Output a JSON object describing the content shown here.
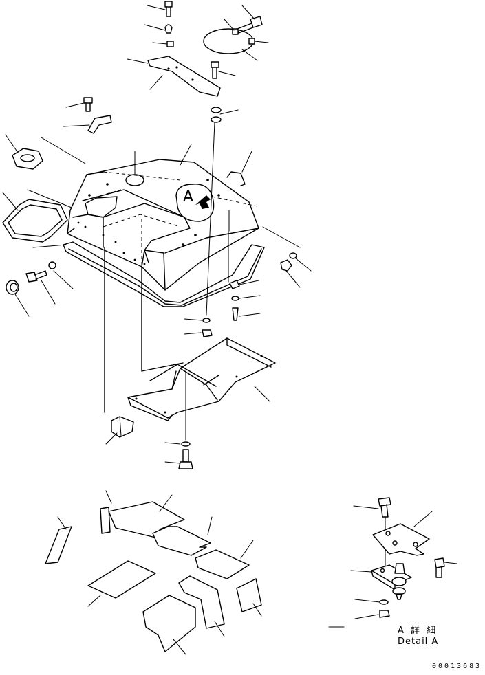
{
  "diagram": {
    "callout_label": "A",
    "detail_label_jp": "A 詳 細",
    "detail_label_en": "Detail A",
    "drawing_number": "00013683"
  }
}
